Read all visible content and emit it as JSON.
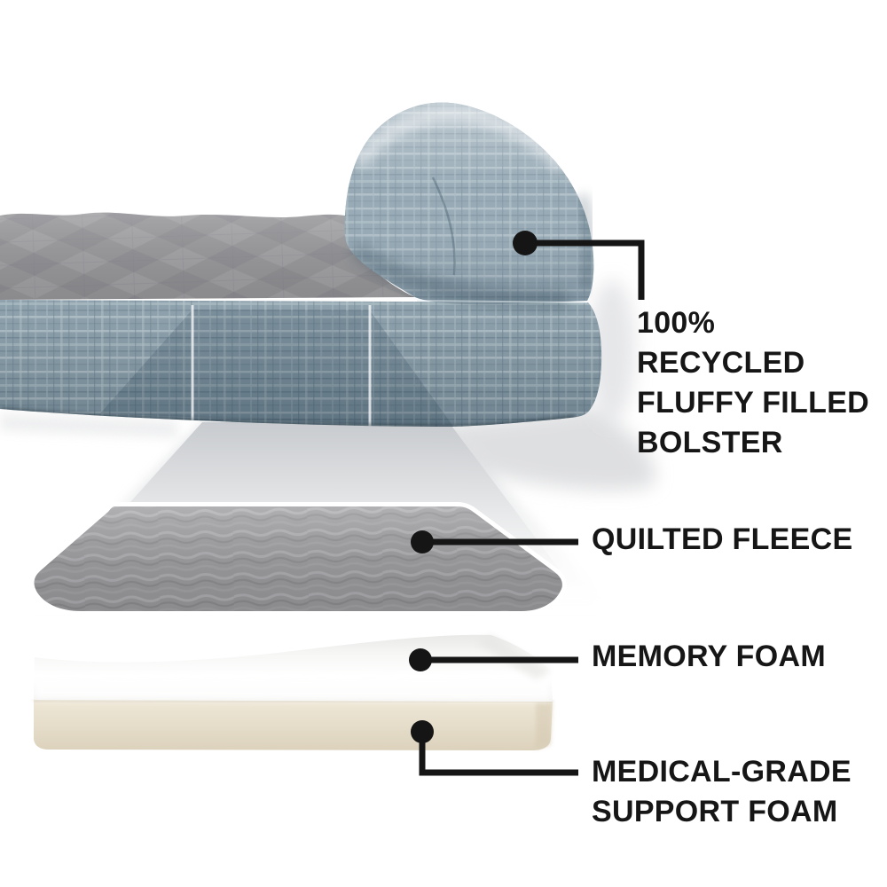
{
  "page": {
    "background": "#ffffff",
    "type": "product-feature-diagram",
    "subject": "bolster pet bed cutaway with layer callouts"
  },
  "callouts": [
    {
      "id": "bolster",
      "label": "100% RECYCLED\nFLUFFY FILLED\nBOLSTER"
    },
    {
      "id": "quilted-fleece",
      "label": "QUILTED FLEECE"
    },
    {
      "id": "memory-foam",
      "label": "MEMORY FOAM"
    },
    {
      "id": "support-foam",
      "label": "MEDICAL-GRADE\nSUPPORT FOAM"
    }
  ],
  "colors": {
    "callout_ink": "#151515",
    "crosshatch_fabric": "#8096a3",
    "crosshatch_light_streak": "#b4c2c9",
    "crosshatch_dark_streak": "#5d7484",
    "fleece_gray": "#98989b",
    "memory_foam_white": "#ffffff",
    "support_foam_cream": "#e5dcc6",
    "projection_beam_gray": "#d9dadd",
    "background": "#ffffff"
  }
}
